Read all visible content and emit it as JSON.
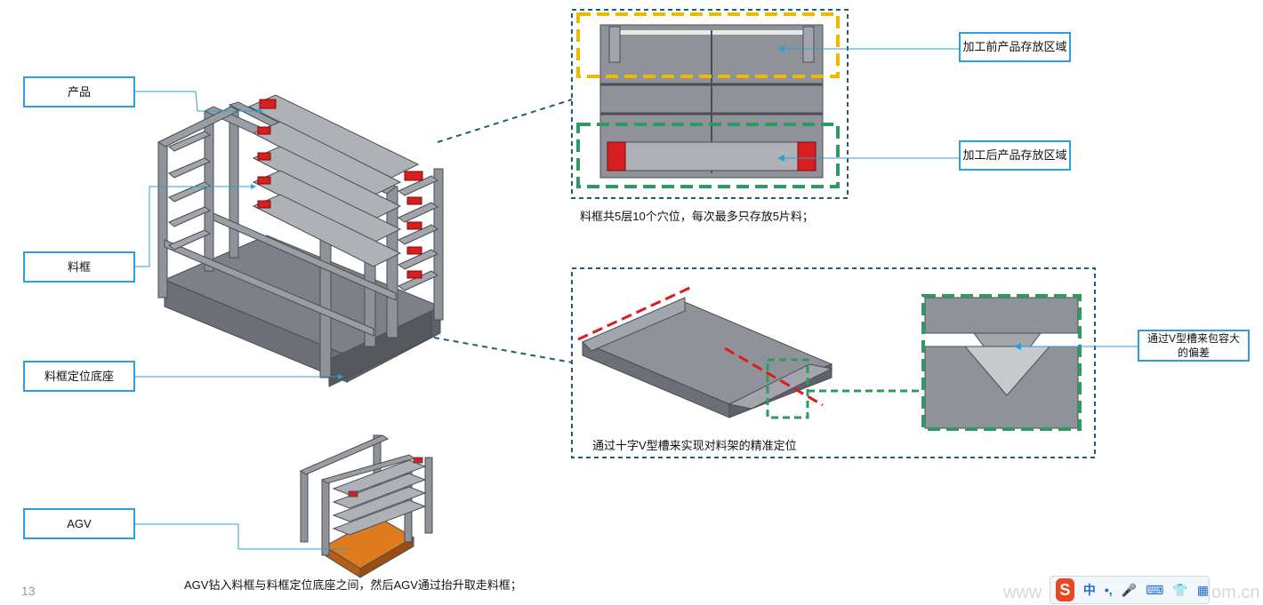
{
  "labels": {
    "product": "产品",
    "frame": "料框",
    "base": "料框定位底座",
    "agv": "AGV",
    "before": "加工前产品存放区域",
    "after": "加工后产品存放区域",
    "vgroove": "通过V型槽来包容大的偏差"
  },
  "captions": {
    "frame_desc": "料框共5层10个穴位，每次最多只存放5片料；",
    "cross_v": "通过十字V型槽来实现对料架的精准定位",
    "agv_desc": "AGV钻入料框与料框定位底座之间，然后AGV通过抬升取走料框；"
  },
  "page_number": "13",
  "watermark_left": "www",
  "watermark_right": "om.cn",
  "ime": {
    "logo": "S",
    "lang": "中",
    "punct": "•,",
    "mic": "🎤",
    "keyboard": "⌨",
    "shirt": "👕",
    "grid": "▦"
  },
  "colors": {
    "callout": "#2a9fd8",
    "yellow": "#f2b800",
    "green": "#2e9a63",
    "teal": "#1f5f7a",
    "red": "#e01b1b",
    "gray": "#8f9399"
  }
}
